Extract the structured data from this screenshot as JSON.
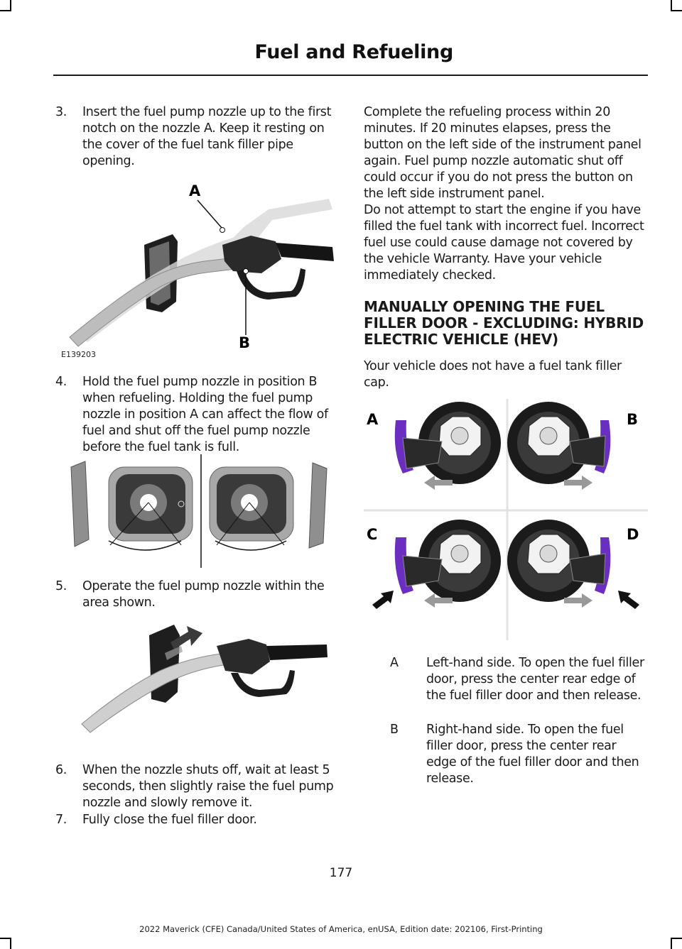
{
  "header": {
    "title": "Fuel and Refueling"
  },
  "steps": [
    {
      "num": "3.",
      "text": "Insert the fuel pump nozzle up to the first notch on the nozzle A.  Keep it resting on the cover of the fuel tank filler pipe opening."
    },
    {
      "num": "4.",
      "text": "Hold the fuel pump nozzle in position B when refueling.  Holding the fuel pump nozzle in position A can affect the flow of fuel and shut off the fuel pump nozzle before the fuel tank is full."
    },
    {
      "num": "5.",
      "text": "Operate the fuel pump nozzle within the area shown."
    },
    {
      "num": "6.",
      "text": "When the nozzle shuts off, wait at least 5 seconds, then slightly raise the fuel pump nozzle and slowly remove it."
    },
    {
      "num": "7.",
      "text": "Fully close the fuel filler door."
    }
  ],
  "figures": {
    "fig1": {
      "code": "E139203",
      "label_a": "A",
      "label_b": "B"
    },
    "fig4": {
      "labels": [
        "A",
        "B",
        "C",
        "D"
      ]
    }
  },
  "right": {
    "para1": "Complete the refueling process within 20 minutes. If 20 minutes elapses, press the button on the left side of the instrument panel again.  Fuel pump nozzle automatic shut off could occur if you do not press the button on the left side instrument panel.",
    "para2": "Do not attempt to start the engine if you have filled the fuel tank with incorrect fuel. Incorrect fuel use could cause damage not covered by the vehicle Warranty. Have your vehicle immediately checked.",
    "heading": "MANUALLY OPENING THE FUEL FILLER DOOR - EXCLUDING: HYBRID ELECTRIC VEHICLE (HEV)",
    "para3": "Your vehicle does not have a fuel tank filler cap.",
    "definitions": [
      {
        "term": "A",
        "text": "Left-hand side. To open the fuel filler door, press the center rear edge of the fuel filler door and then release."
      },
      {
        "term": "B",
        "text": "Right-hand side. To open the fuel filler door, press the center rear edge of the fuel filler door and then release."
      }
    ]
  },
  "page_number": "177",
  "footer": "2022 Maverick (CFE) Canada/United States of America, enUSA, Edition date: 202106, First-Printing",
  "colors": {
    "accent_purple": "#6a2fc0",
    "dark_gray": "#333333"
  }
}
